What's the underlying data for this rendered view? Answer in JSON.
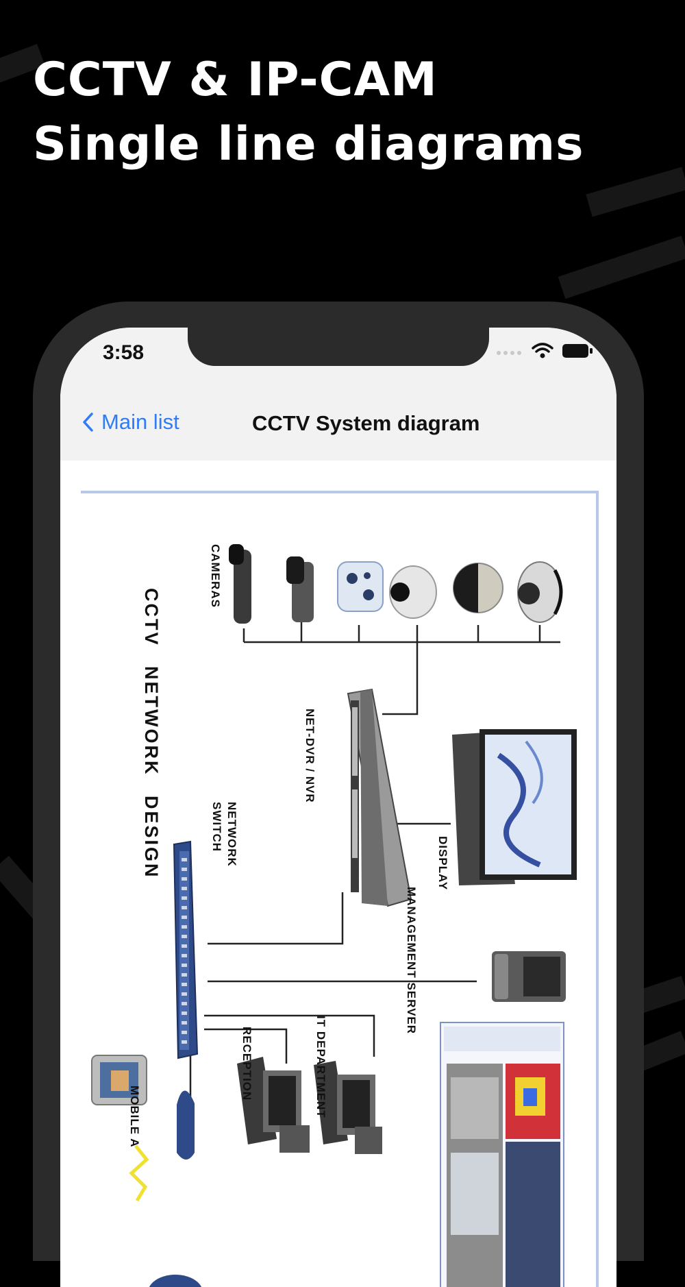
{
  "headline": {
    "line1": "CCTV & IP-CAM",
    "line2": "Single line diagrams"
  },
  "status_bar": {
    "time": "3:58",
    "icons": [
      "signal-icon",
      "wifi-icon",
      "battery-icon"
    ]
  },
  "nav": {
    "back_label": "Main list",
    "title": "CCTV System diagram"
  },
  "diagram": {
    "title": "CCTV NETWORK DESIGN",
    "labels": {
      "cameras": "CAMERAS",
      "nvr": "NET-DVR / NVR",
      "switch_line1": "NETWORK",
      "switch_line2": "SWITCH",
      "display": "DISPLAY",
      "server": "MANAGEMENT SERVER",
      "reception": "RECEPTION",
      "it_department": "IT DEPARTMENT",
      "mobile": "MOBILE A"
    }
  },
  "colors": {
    "background": "#000000",
    "device_frame": "#2b2b2b",
    "nav_bar": "#f2f2f2",
    "link_blue": "#2f7cf6",
    "frame_border": "#b8c8e8"
  }
}
